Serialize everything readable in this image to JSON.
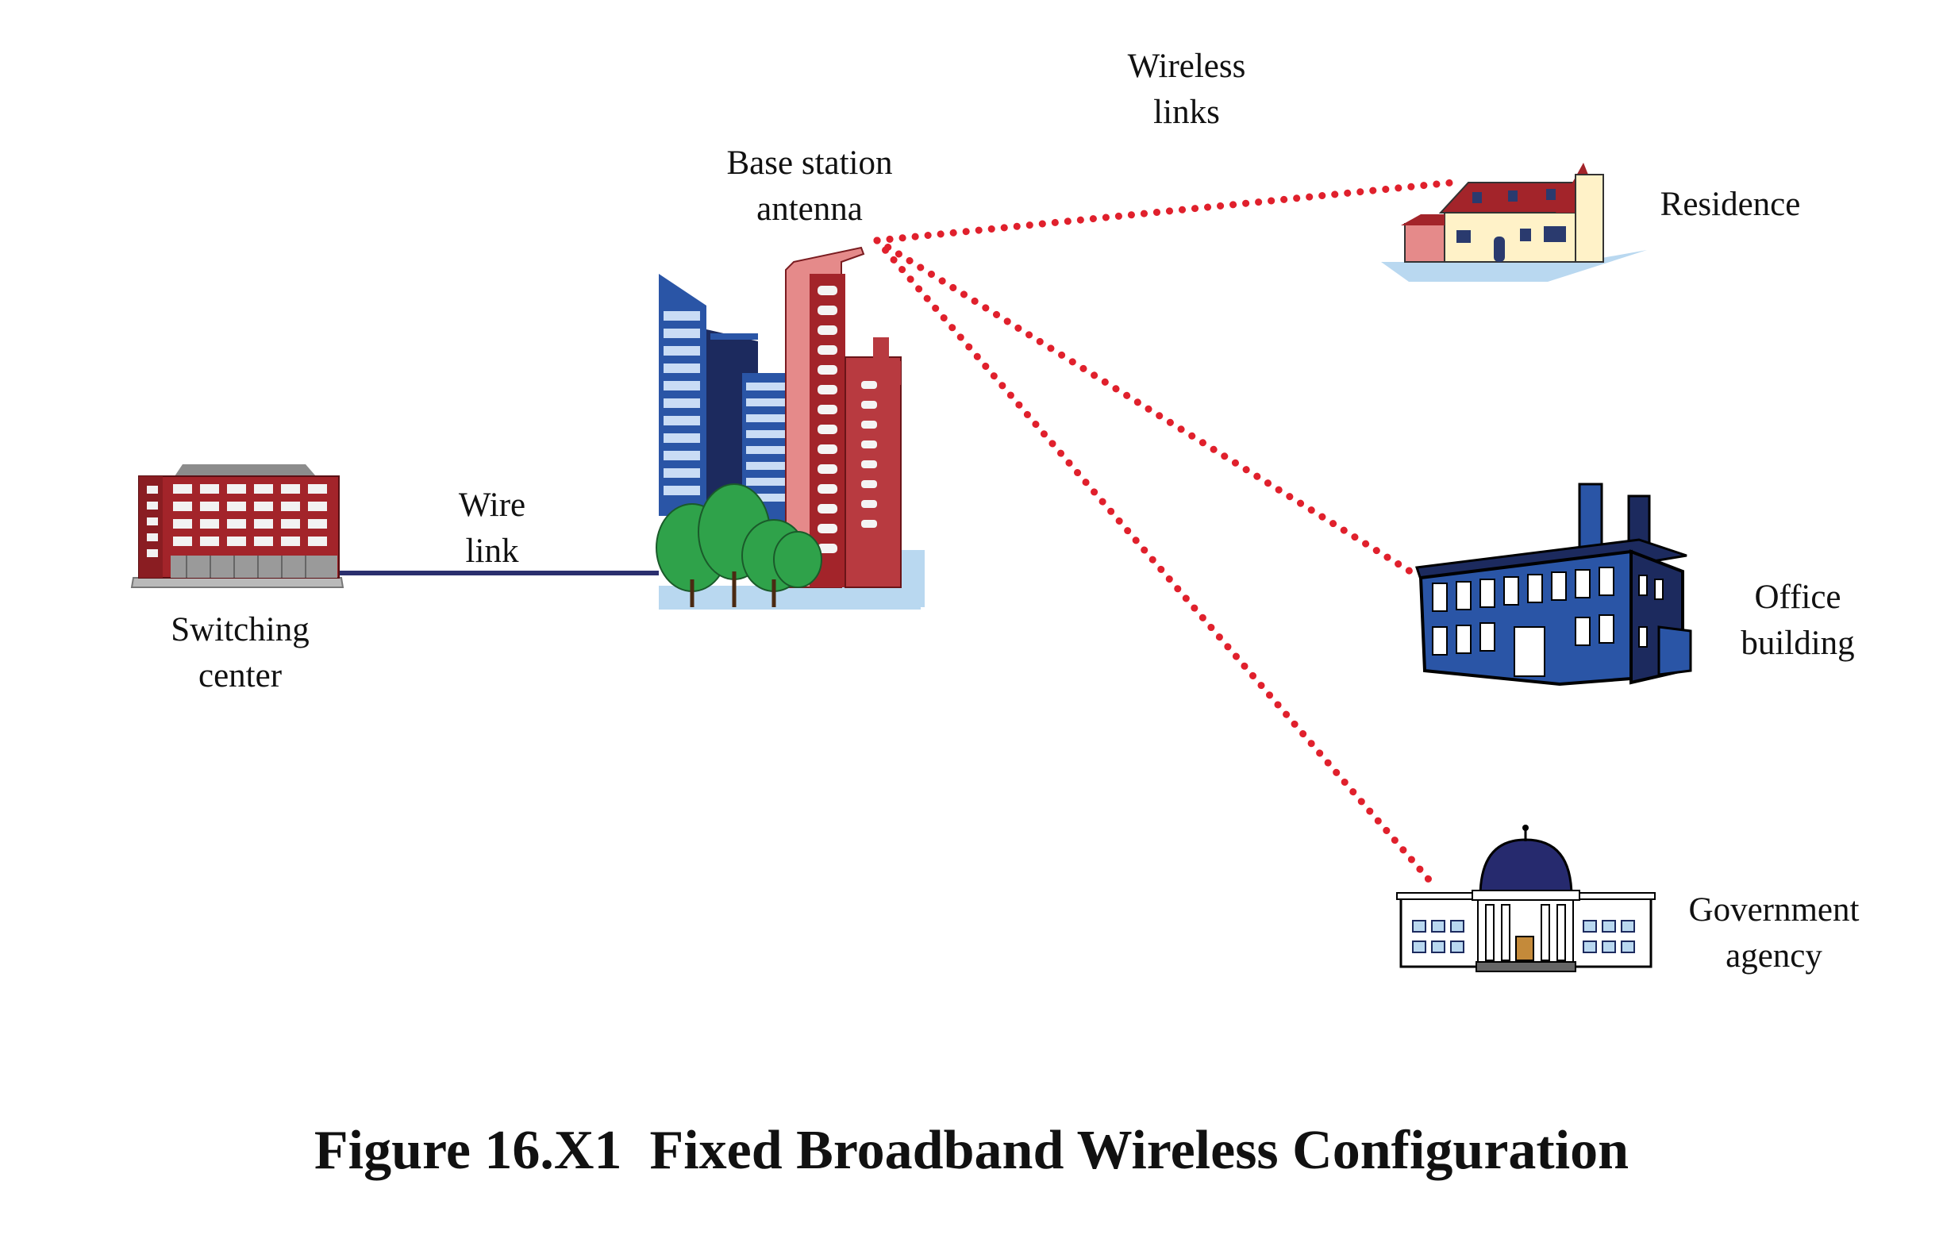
{
  "labels": {
    "wireless_links": [
      "Wireless",
      "links"
    ],
    "base_station": [
      "Base station",
      "antenna"
    ],
    "residence": "Residence",
    "wire_link": [
      "Wire",
      "link"
    ],
    "switching_center": [
      "Switching",
      "center"
    ],
    "office_building": [
      "Office",
      "building"
    ],
    "government_agency": [
      "Government",
      "agency"
    ]
  },
  "caption": "Figure 16.X1  Fixed Broadband Wireless Configuration",
  "colors": {
    "wireless_link": "#e0202c",
    "wire_link": "#2b2f6e",
    "brick_red": "#a3242a",
    "office_blue": "#2a55a6",
    "dome_navy": "#262a6e",
    "ground": "#b9d8f0"
  }
}
